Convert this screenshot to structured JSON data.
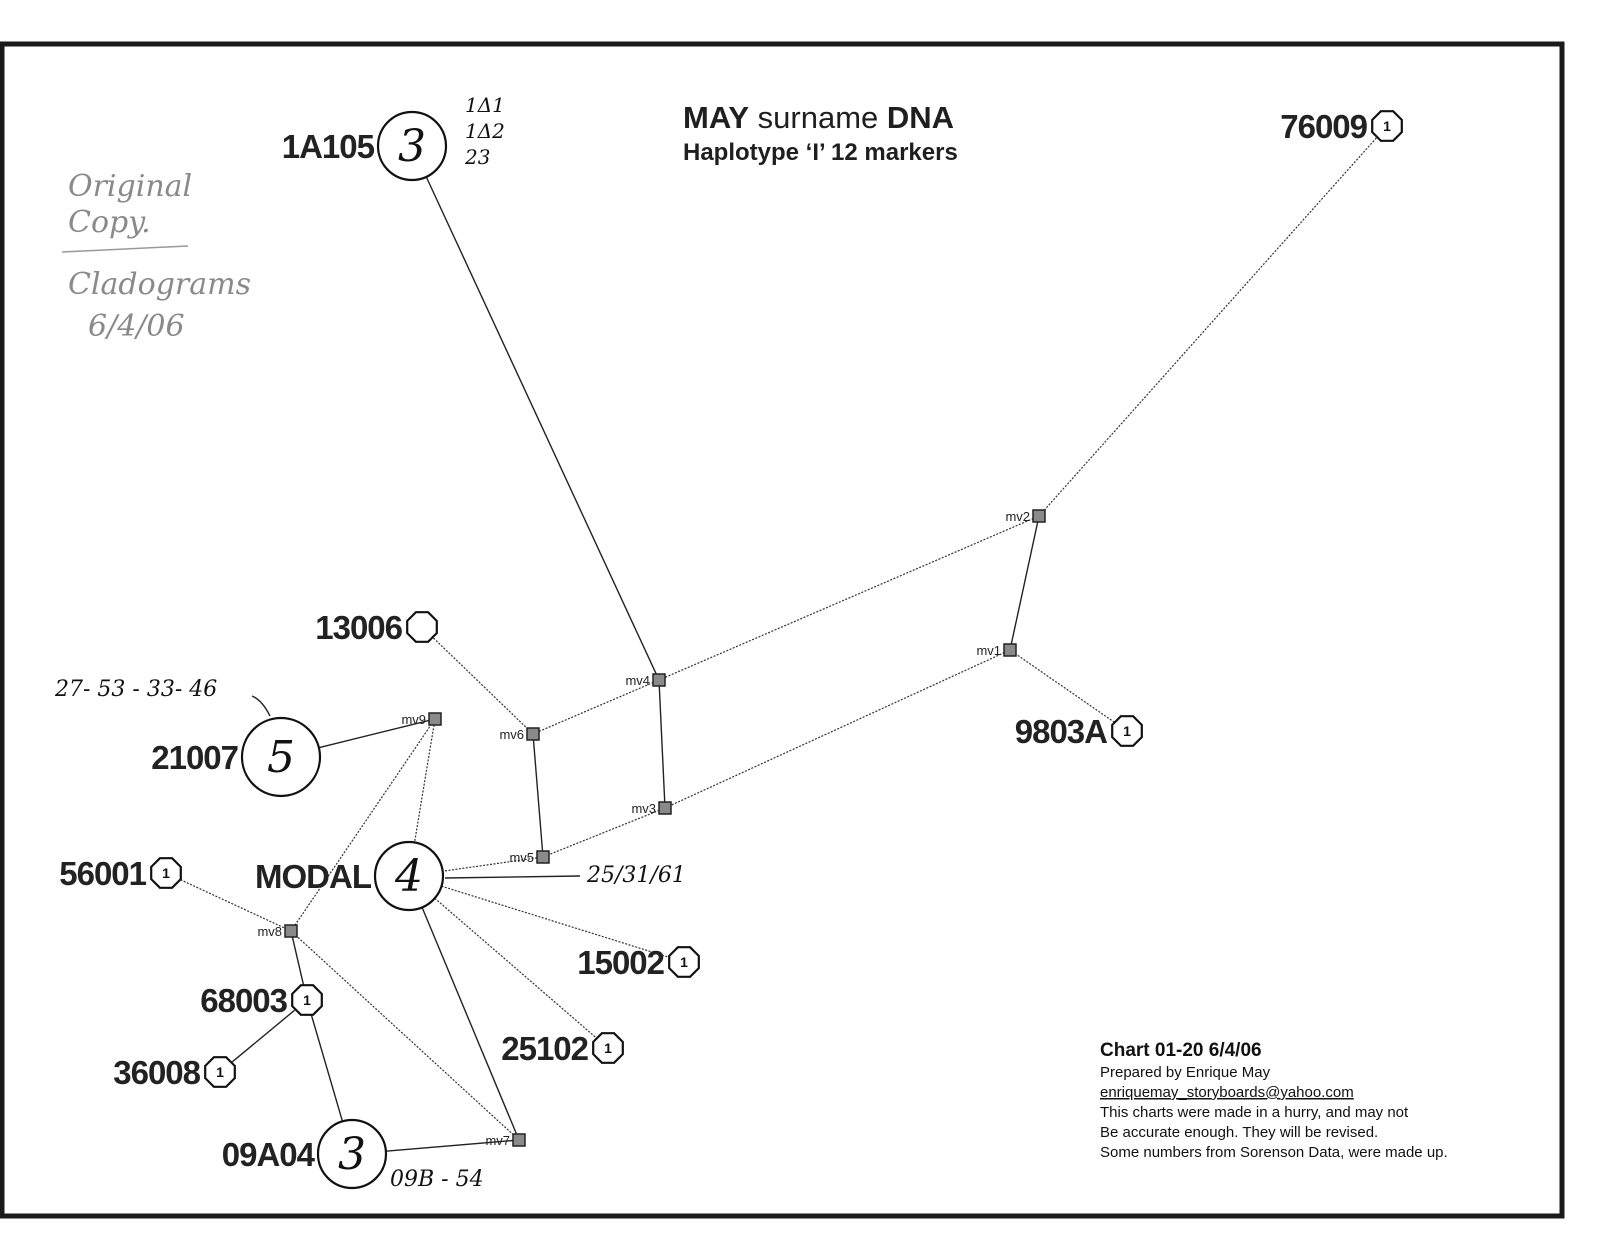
{
  "title": {
    "bold1": "MAY",
    "mid": " surname ",
    "bold2": "DNA"
  },
  "subtitle": "Haplotype ‘I’   12 markers",
  "nodes": [
    {
      "id": "1A105",
      "count": "3",
      "size": "lg"
    },
    {
      "id": "76009",
      "count": "1",
      "size": "sm"
    },
    {
      "id": "13006",
      "count": "",
      "size": "sm"
    },
    {
      "id": "21007",
      "count": "5",
      "size": "xl"
    },
    {
      "id": "MODAL",
      "count": "4",
      "size": "lg"
    },
    {
      "id": "56001",
      "count": "1",
      "size": "sm"
    },
    {
      "id": "68003",
      "count": "1",
      "size": "sm"
    },
    {
      "id": "36008",
      "count": "1",
      "size": "sm"
    },
    {
      "id": "09A04",
      "count": "3",
      "size": "lg"
    },
    {
      "id": "25102",
      "count": "1",
      "size": "sm"
    },
    {
      "id": "15002",
      "count": "1",
      "size": "sm"
    },
    {
      "id": "9803A",
      "count": "1",
      "size": "sm"
    }
  ],
  "median_vectors": [
    "mv1",
    "mv2",
    "mv3",
    "mv4",
    "mv5",
    "mv6",
    "mv7",
    "mv8",
    "mv9"
  ],
  "edges": [
    [
      "1A105",
      "mv4"
    ],
    [
      "76009",
      "mv2"
    ],
    [
      "mv2",
      "mv4"
    ],
    [
      "mv2",
      "mv1"
    ],
    [
      "mv1",
      "9803A"
    ],
    [
      "mv1",
      "mv3"
    ],
    [
      "mv4",
      "mv3"
    ],
    [
      "mv4",
      "mv6"
    ],
    [
      "13006",
      "mv6"
    ],
    [
      "mv6",
      "mv5"
    ],
    [
      "mv3",
      "mv5"
    ],
    [
      "mv5",
      "MODAL"
    ],
    [
      "21007",
      "mv9"
    ],
    [
      "mv9",
      "MODAL"
    ],
    [
      "mv9",
      "mv8"
    ],
    [
      "56001",
      "mv8"
    ],
    [
      "mv8",
      "68003"
    ],
    [
      "mv8",
      "mv7"
    ],
    [
      "68003",
      "36008"
    ],
    [
      "68003",
      "09A04"
    ],
    [
      "09A04",
      "mv7"
    ],
    [
      "MODAL",
      "mv7"
    ],
    [
      "MODAL",
      "25102"
    ],
    [
      "MODAL",
      "15002"
    ]
  ],
  "annotations": {
    "hand_1A105_1": "1Δ1",
    "hand_1A105_2": "1Δ2",
    "hand_1A105_3": "23",
    "hand_21007": "27- 53 - 33- 46",
    "hand_modal": "25/31/61",
    "hand_09A04": "09B - 54",
    "pencil_1": "Original",
    "pencil_2": "Copy.",
    "pencil_3": "Cladograms",
    "pencil_4": "6/4/06"
  },
  "footer": {
    "chart": "Chart  01-20  6/4/06",
    "prepared": "Prepared by Enrique May",
    "email": "enriquemay_storyboards@yahoo.com",
    "note1": "This charts were made in a hurry, and may not",
    "note2": "Be accurate enough.  They will be revised.",
    "note3": "Some numbers from Sorenson Data, were made up."
  }
}
